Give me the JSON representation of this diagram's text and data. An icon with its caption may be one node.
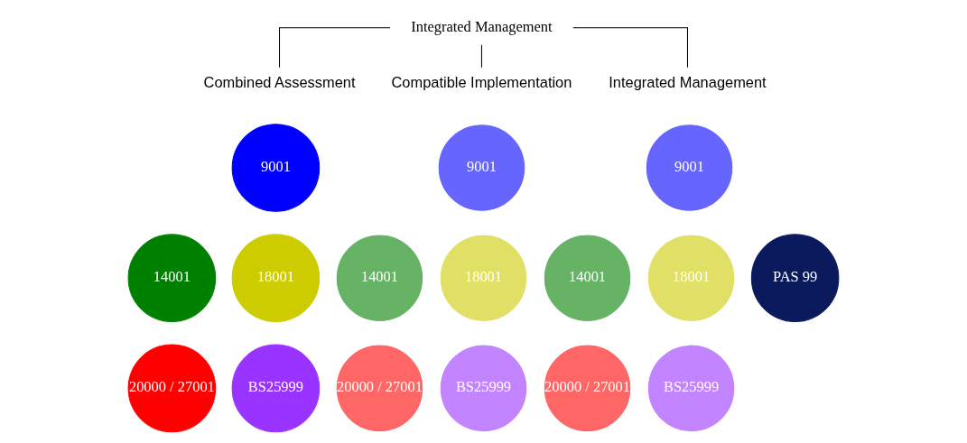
{
  "diagram": {
    "nodes": [
      {
        "text": [
          "Integrated Management"
        ]
      },
      {
        "text": [
          "Combined Assessment"
        ]
      },
      {
        "text": [
          "Compatible Implementation"
        ]
      },
      {
        "text": [
          "Integrated Management"
        ]
      },
      {
        "text": [
          "9001"
        ]
      },
      {
        "text": [
          "14001"
        ]
      },
      {
        "text": [
          "18001"
        ]
      },
      {
        "text": [
          "20000 / 27001"
        ]
      },
      {
        "text": [
          "BS25999"
        ]
      },
      {
        "text": [
          "9001"
        ]
      },
      {
        "text": [
          "14001"
        ]
      },
      {
        "text": [
          "18001"
        ]
      },
      {
        "text": [
          "20000 / 27001"
        ]
      },
      {
        "text": [
          "BS25999"
        ]
      },
      {
        "text": [
          "9001"
        ]
      },
      {
        "text": [
          "14001"
        ]
      },
      {
        "text": [
          "18001"
        ]
      },
      {
        "text": [
          "PAS 99"
        ]
      },
      {
        "text": [
          "20000 / 27001"
        ]
      },
      {
        "text": [
          "BS25999"
        ]
      }
    ],
    "edges": [
      {
        "from": 0,
        "to": 1,
        "arrow": "none"
      },
      {
        "from": 0,
        "to": 2,
        "arrow": "none"
      },
      {
        "from": 0,
        "to": 3,
        "arrow": "none"
      }
    ]
  }
}
